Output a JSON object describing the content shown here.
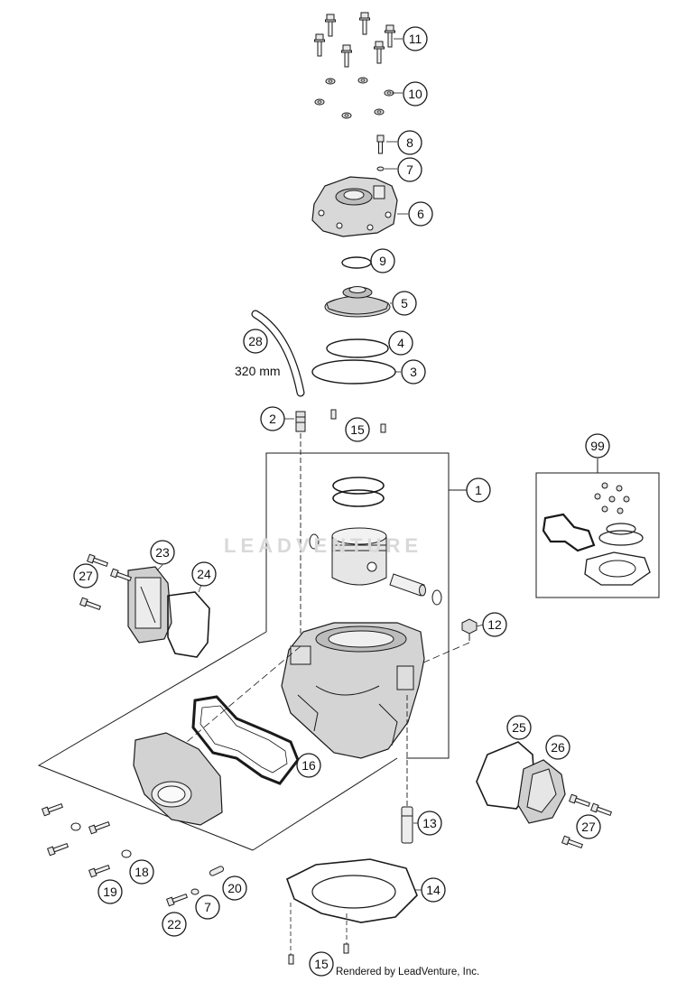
{
  "diagram": {
    "watermark": "LEADVENTURE",
    "credit": "Rendered by LeadVenture, Inc.",
    "hose_length_label": "320 mm",
    "callouts": [
      "11",
      "10",
      "8",
      "7",
      "6",
      "9",
      "5",
      "4",
      "3",
      "28",
      "2",
      "15",
      "1",
      "99",
      "23",
      "24",
      "27",
      "12",
      "16",
      "25",
      "26",
      "27",
      "13",
      "14",
      "18",
      "19",
      "20",
      "7",
      "22",
      "15"
    ],
    "line_color": "#1a1a1a",
    "part_fill": "#e9e9e9"
  }
}
